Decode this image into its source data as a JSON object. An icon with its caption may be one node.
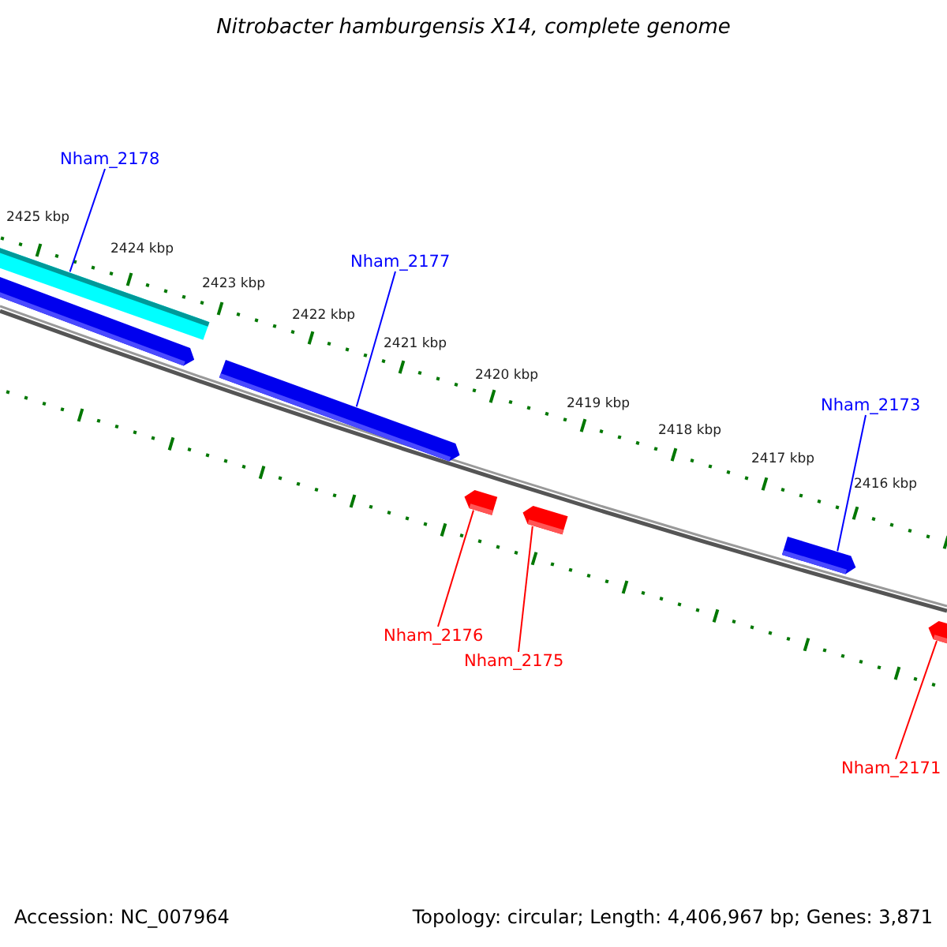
{
  "diagram": {
    "title": "Nitrobacter hamburgensis X14, complete genome",
    "nodes": [
      {
        "text": [
          "Nham_2178"
        ]
      },
      {
        "text": [
          "Nham_2177"
        ]
      },
      {
        "text": [
          "Nham_2173"
        ]
      },
      {
        "text": [
          "Nham_2176"
        ]
      },
      {
        "text": [
          "Nham_2175"
        ]
      },
      {
        "text": [
          "Nham_2171"
        ]
      },
      {
        "text": [],
        "shape": "bar"
      },
      {
        "text": [],
        "shape": "pentagon"
      },
      {
        "text": [],
        "shape": "pentagon"
      },
      {
        "text": [],
        "shape": "pentagon"
      },
      {
        "text": [],
        "shape": "pentagon"
      },
      {
        "text": [],
        "shape": "pentagon"
      },
      {
        "text": [],
        "shape": "pentagon"
      }
    ],
    "edges": [
      {
        "from": 0,
        "to": 6,
        "arrow": "none",
        "color": "#0000ff"
      },
      {
        "from": 1,
        "to": 8,
        "arrow": "none",
        "color": "#0000ff"
      },
      {
        "from": 2,
        "to": 9,
        "arrow": "none",
        "color": "#0000ff"
      },
      {
        "from": 3,
        "to": 10,
        "arrow": "none",
        "color": "#ff0000"
      },
      {
        "from": 4,
        "to": 11,
        "arrow": "none",
        "color": "#ff0000"
      },
      {
        "from": 5,
        "to": 12,
        "arrow": "none",
        "color": "#ff0000"
      }
    ],
    "labels": [
      "2425 kbp",
      "2424 kbp",
      "2423 kbp",
      "2422 kbp",
      "2421 kbp",
      "2420 kbp",
      "2419 kbp",
      "2418 kbp",
      "2417 kbp",
      "2416 kbp",
      "Accession: NC_007964",
      "Topology: circular; Length: 4,406,967 bp; Genes: 3,871"
    ]
  }
}
